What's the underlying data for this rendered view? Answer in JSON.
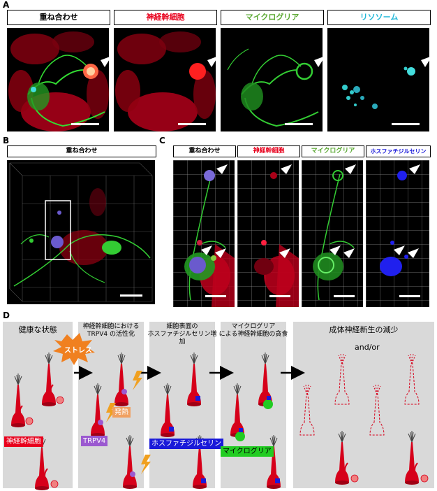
{
  "panels": {
    "A": {
      "letter": "A",
      "titles": [
        "重ね合わせ",
        "神経幹細胞",
        "マイクログリア",
        "リソソーム"
      ],
      "title_colors": [
        "#000000",
        "#e8001c",
        "#5aa832",
        "#22b8d9"
      ]
    },
    "B": {
      "letter": "B",
      "title": "重ね合わせ"
    },
    "C": {
      "letter": "C",
      "titles": [
        "重ね合わせ",
        "神経幹細胞",
        "マイクログリア",
        "ホスファチジルセリン"
      ],
      "title_colors": [
        "#000000",
        "#e8001c",
        "#5aa832",
        "#1a1ad9"
      ]
    },
    "D": {
      "letter": "D",
      "stage_titles": [
        "健康な状態",
        "神経幹細胞における\nTRPV4 の活性化",
        "細胞表面の\nホスファチジルセリン増加",
        "マイクログリア\nによる神経幹細胞の貪食",
        "成体神経新生の減少"
      ],
      "stress_label": "ストレス",
      "heat_label": "発熱",
      "trpv4_label": "TRPV4",
      "nsc_label": "神経幹細胞",
      "ps_label": "ホスファチジルセリン",
      "microglia_label": "マイクログリア",
      "andor_label": "and/or"
    }
  },
  "colors": {
    "nsc_red": "#e8001c",
    "microglia_green": "#22cc22",
    "ps_blue": "#1a1ad9",
    "trpv4_purple": "#9b59d0",
    "heat_orange": "#f0a060",
    "stress_orange": "#f08020",
    "panel_gray": "#d9d9d9"
  }
}
